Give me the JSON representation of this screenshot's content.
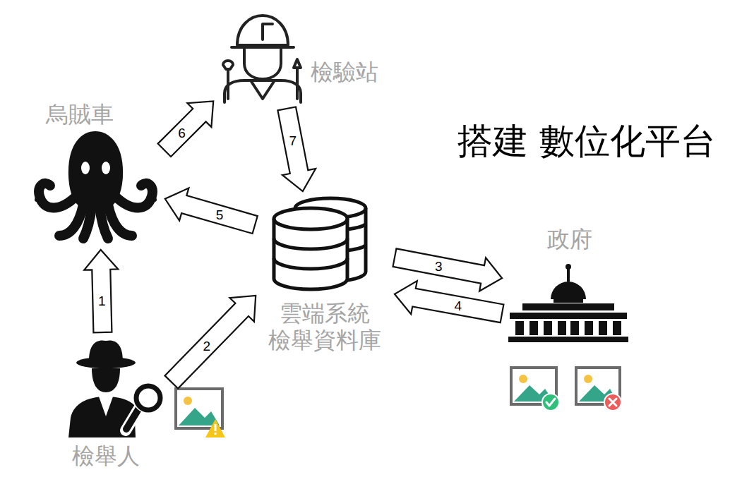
{
  "diagram": {
    "title": "搭建 數位化平台",
    "nodes": [
      {
        "text": [
          "烏賊車"
        ]
      },
      {
        "text": [
          "檢驗站"
        ]
      },
      {
        "text": [
          "雲端系統 檢舉資料庫"
        ]
      },
      {
        "text": [
          "政府"
        ]
      },
      {
        "text": [
          "檢舉人"
        ]
      }
    ],
    "edges": [
      {
        "from": 4,
        "to": 0,
        "arrow": "to",
        "label": "1"
      },
      {
        "from": 4,
        "to": 2,
        "arrow": "to",
        "label": "2"
      },
      {
        "from": 2,
        "to": 3,
        "arrow": "to",
        "label": "3"
      },
      {
        "from": 3,
        "to": 2,
        "arrow": "to",
        "label": "4"
      },
      {
        "from": 2,
        "to": 0,
        "arrow": "to",
        "label": "5"
      },
      {
        "from": 0,
        "to": 1,
        "arrow": "to",
        "label": "6"
      },
      {
        "from": 1,
        "to": 2,
        "arrow": "to",
        "label": "7"
      }
    ]
  }
}
